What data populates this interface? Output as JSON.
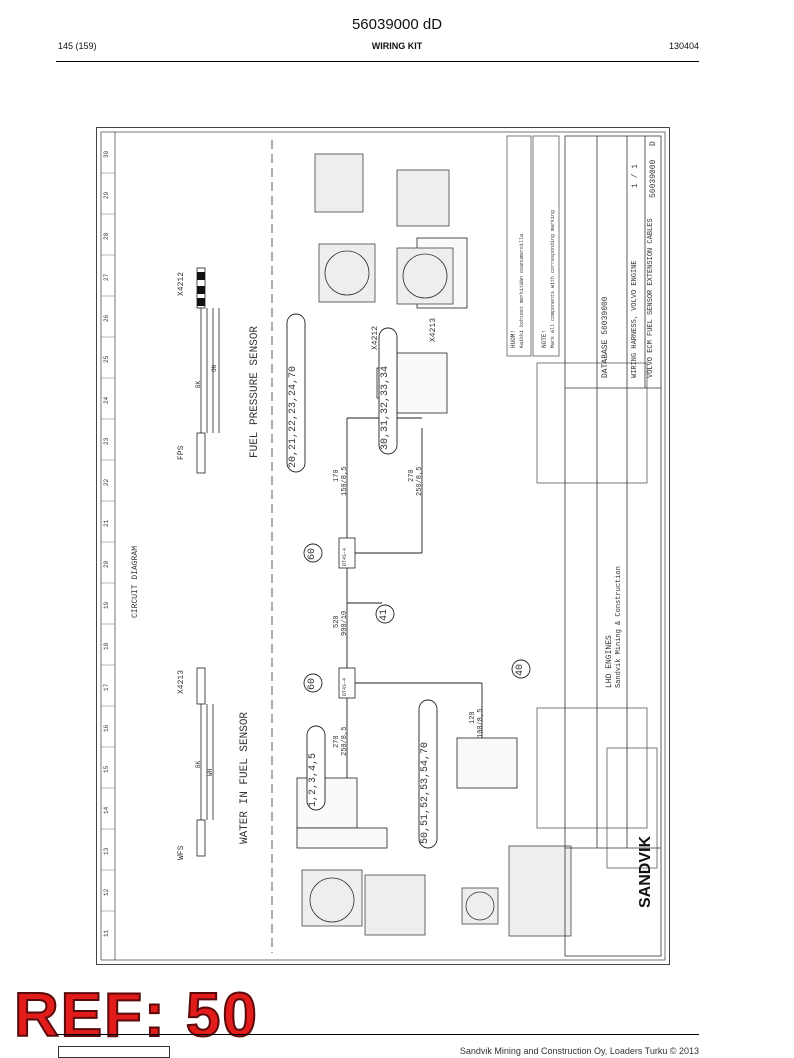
{
  "page": {
    "doc_id": "56039000 dD",
    "page_counter": "145 (159)",
    "section": "WIRING KIT",
    "date_code": "130404",
    "ref_label": "REF: 50",
    "footer_text": "Sandvik Mining and Construction Oy, Loaders Turku © 2013"
  },
  "drawing": {
    "column_numbers": [
      "30",
      "29",
      "28",
      "27",
      "26",
      "25",
      "24",
      "23",
      "22",
      "21",
      "20",
      "19",
      "18",
      "17",
      "16",
      "15",
      "14",
      "13",
      "12",
      "11"
    ],
    "circuit_label": "CIRCUIT DIAGRAM",
    "wfs_sensor_title": "WATER IN FUEL SENSOR",
    "fps_sensor_title": "FUEL PRESSURE SENSOR",
    "wfs": "WFS",
    "fps": "FPS",
    "x4213": "X4213",
    "x4212": "X4212",
    "bubble_wfs_parts": "1,2,3,4,5",
    "bubble_wfs_plug": "50,51,52,53,54,70",
    "bubble_fps_plug": "20,21,22,23,24,70",
    "bubble_fps_conn": "30,31,32,33,34",
    "bubble_splice_1": "60",
    "bubble_splice_2": "60",
    "bubble_41": "41",
    "bubble_40": "40",
    "len_wfs": "270",
    "spec_wfs": "250/8,5",
    "len_trunk": "520",
    "spec_trunk": "900/10",
    "len_fps1": "170",
    "spec_fps1": "150/8,5",
    "len_fps2": "270",
    "spec_fps2": "250/8,5",
    "len_wfs2": "120",
    "spec_wfs2": "100/8,5",
    "splice_label": "DT4S-4",
    "wire_bk": "BK",
    "wire_wh": "WH",
    "wire_gn": "GN",
    "note_title_1": "HUOM!",
    "note_1": "Kaikki kohteet merkitään osanumeroilla",
    "note_title_2": "NOTE!",
    "note_2": "Mark all components with corresponding marking",
    "database": "DATABASE 56039000",
    "title_company": "LHD ENGINES",
    "title_sub": "Sandvik Mining & Construction",
    "title_main": "WIRING HARNESS, VOLVO ENGINE",
    "title_desc": "VOLVO ECM FUEL SENSOR EXTENSION CABLES",
    "title_num": "56039000",
    "title_rev": "D",
    "title_sheet": "1 / 1",
    "sandvik_logo": "SANDVIK"
  }
}
